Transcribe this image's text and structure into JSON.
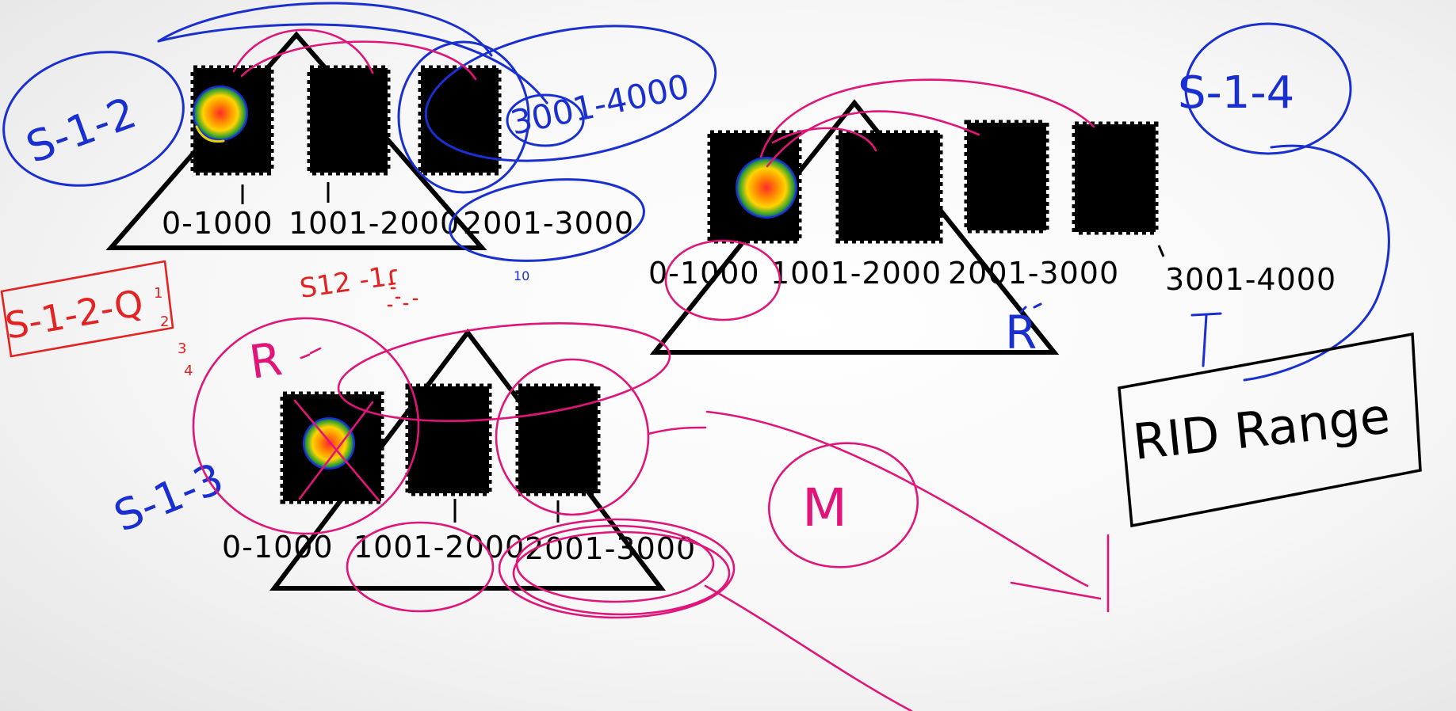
{
  "sites": [
    {
      "name": "S-1-2",
      "ranges": [
        "0-1000",
        "1001-2000",
        "2001-3000"
      ],
      "extra_range": "3001-4000"
    },
    {
      "name": "S-1-4",
      "ranges": [
        "0-1000",
        "1001-2000",
        "2001-3000",
        "3001-4000"
      ]
    },
    {
      "name": "S-1-3",
      "ranges": [
        "0-1000",
        "1001-2000",
        "2001-3000"
      ]
    }
  ],
  "annotations": {
    "s_1_2_q": "S-1-2-Q",
    "s12_note": "S12 -1ɾ",
    "note_1": "1",
    "note_2": "2",
    "note_3": "3",
    "note_4": "4",
    "r_mark_1": "R",
    "r_mark_2": "R",
    "m_mark": "M",
    "small_1": "10"
  },
  "rid_box": {
    "label": "RID Range"
  },
  "colors": {
    "blue_ink": "#1a2fd0",
    "magenta_ink": "#e0157a",
    "red_ink": "#e32222"
  }
}
